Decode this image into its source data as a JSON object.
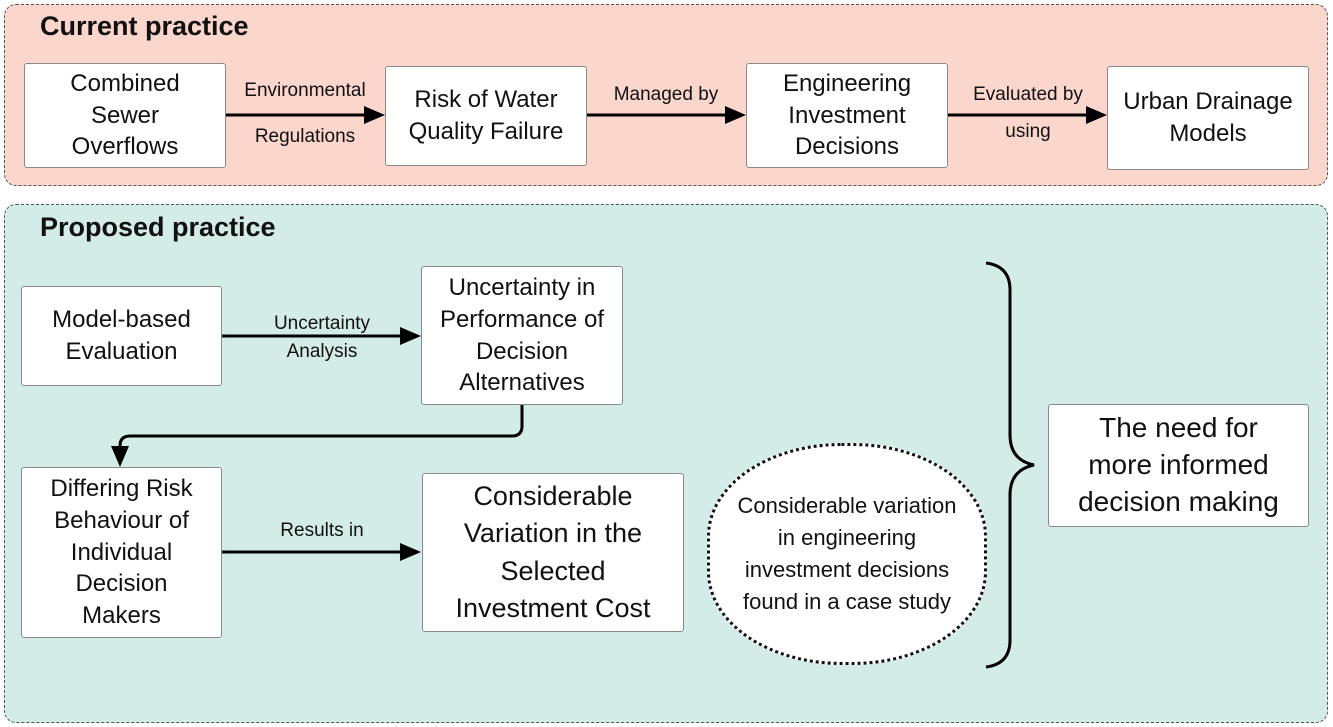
{
  "current": {
    "title": "Current practice",
    "boxes": {
      "cso": "Combined\nSewer\nOverflows",
      "risk": "Risk of Water\nQuality Failure",
      "engineering": "Engineering\nInvestment\nDecisions",
      "urban": "Urban Drainage\nModels"
    },
    "labels": {
      "env_top": "Environmental",
      "env_bottom": "Regulations",
      "managed": "Managed by",
      "eval_top": "Evaluated by",
      "eval_bottom": "using"
    }
  },
  "proposed": {
    "title": "Proposed practice",
    "boxes": {
      "model": "Model-based\nEvaluation",
      "uncertainty": "Uncertainty in\nPerformance of\nDecision\nAlternatives",
      "differing": "Differing Risk\nBehaviour of\nIndividual\nDecision\nMakers",
      "variation": "Considerable\nVariation in the\nSelected\nInvestment Cost",
      "need": "The need for\nmore informed\ndecision making"
    },
    "labels": {
      "ua_top": "Uncertainty",
      "ua_bottom": "Analysis",
      "results": "Results in"
    },
    "oval": "Considerable variation\nin engineering\ninvestment decisions\nfound in a case study"
  }
}
